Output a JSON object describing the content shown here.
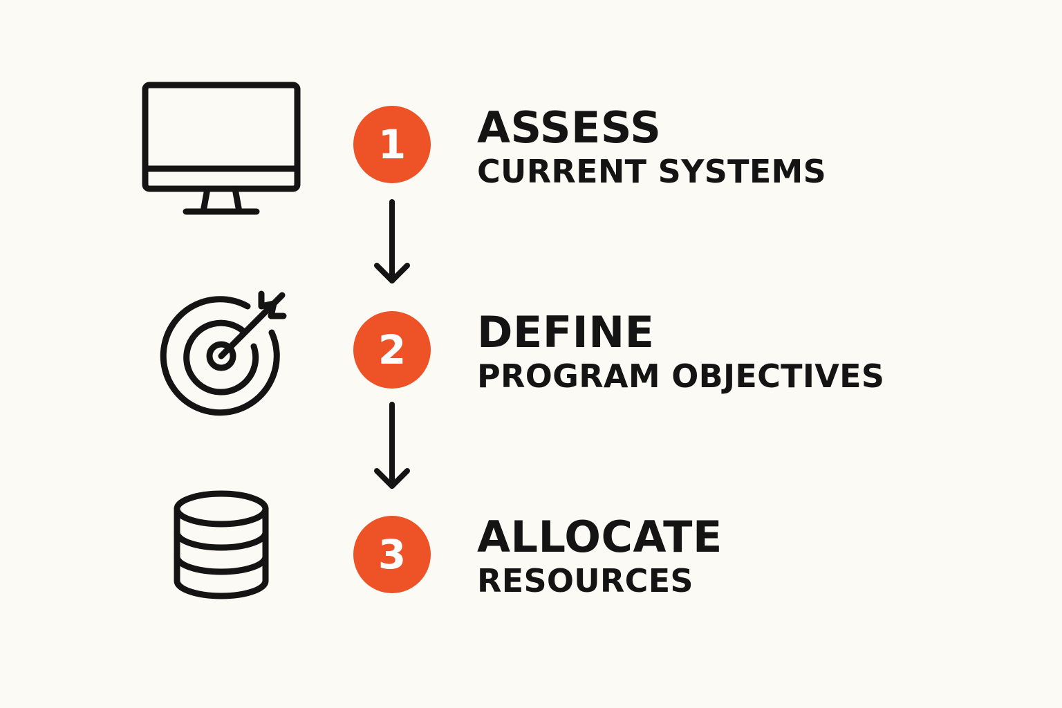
{
  "colors": {
    "background": "#fbfaf5",
    "accent": "#ee5327",
    "ink": "#141414"
  },
  "steps": [
    {
      "number": "1",
      "icon": "monitor-icon",
      "title": "ASSESS",
      "subtitle": "CURRENT SYSTEMS"
    },
    {
      "number": "2",
      "icon": "target-arrow-icon",
      "title": "DEFINE",
      "subtitle": "PROGRAM OBJECTIVES"
    },
    {
      "number": "3",
      "icon": "database-icon",
      "title": "ALLOCATE",
      "subtitle": "RESOURCES"
    }
  ],
  "connectors": [
    "down-arrow",
    "down-arrow"
  ]
}
